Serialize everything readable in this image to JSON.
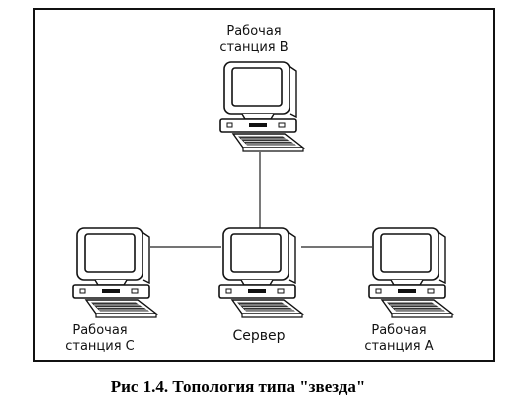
{
  "diagram": {
    "nodes": [
      {
        "id": "workstation-b",
        "label_line1": "Рабочая",
        "label_line2": "станция В"
      },
      {
        "id": "workstation-c",
        "label_line1": "Рабочая",
        "label_line2": "станция С"
      },
      {
        "id": "server",
        "label": "Сервер"
      },
      {
        "id": "workstation-a",
        "label_line1": "Рабочая",
        "label_line2": "станция  А"
      }
    ],
    "edges": [
      {
        "from": "server",
        "to": "workstation-b"
      },
      {
        "from": "server",
        "to": "workstation-c"
      },
      {
        "from": "server",
        "to": "workstation-a"
      }
    ],
    "caption": "Рис 1.4. Топология типа \"звезда\""
  }
}
